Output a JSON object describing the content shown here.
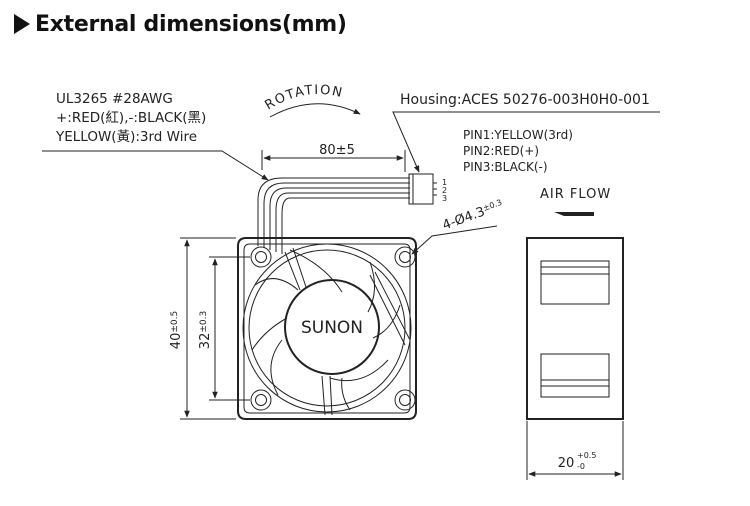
{
  "title": "External dimensions(mm)",
  "wire": {
    "line1": "UL3265  #28AWG",
    "line2": "+:RED(紅),-:BLACK(黑)",
    "line3": "YELLOW(黃):3rd  Wire"
  },
  "rotation_label": "ROTATION",
  "housing_label": "Housing:ACES  50276-003H0H0-001",
  "pins": {
    "pin1": "PIN1:YELLOW(3rd)",
    "pin2": "PIN2:RED(+)",
    "pin3": "PIN3:BLACK(-)"
  },
  "pin_numbers": [
    "1",
    "2",
    "3"
  ],
  "airflow_label": "AIR FLOW",
  "brand": "SUNON",
  "dimensions": {
    "wire_length": "80±5",
    "hole": "4-Ø4.3",
    "hole_tol": "±0.3",
    "width_outer": "40",
    "width_outer_tol": "±0.5",
    "hole_pitch": "32",
    "hole_pitch_tol": "±0.3",
    "thickness": "20",
    "thickness_tol_plus": "+0.5",
    "thickness_tol_minus": "-0"
  }
}
